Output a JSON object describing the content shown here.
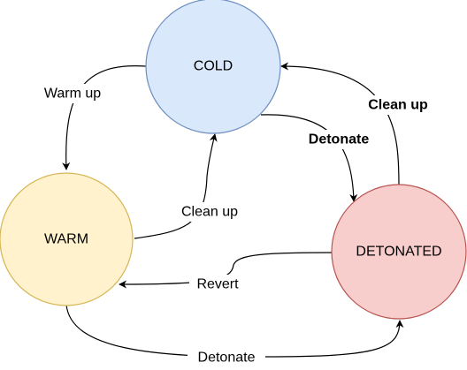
{
  "states": {
    "cold": {
      "label": "COLD",
      "fill": "#dae8fc",
      "stroke": "#6c8ebf"
    },
    "warm": {
      "label": "WARM",
      "fill": "#fff2cc",
      "stroke": "#d6b656"
    },
    "detonated": {
      "label": "DETONATED",
      "fill": "#f8cecc",
      "stroke": "#b85450"
    }
  },
  "transitions": {
    "cold_to_warm": {
      "label": "Warm up",
      "bold": false
    },
    "warm_to_cold": {
      "label": "Clean up",
      "bold": false
    },
    "cold_to_detonated": {
      "label": "Detonate",
      "bold": true
    },
    "detonated_to_cold": {
      "label": "Clean up",
      "bold": true
    },
    "detonated_to_warm": {
      "label": "Revert",
      "bold": false
    },
    "warm_to_detonated": {
      "label": "Detonate",
      "bold": false
    }
  }
}
